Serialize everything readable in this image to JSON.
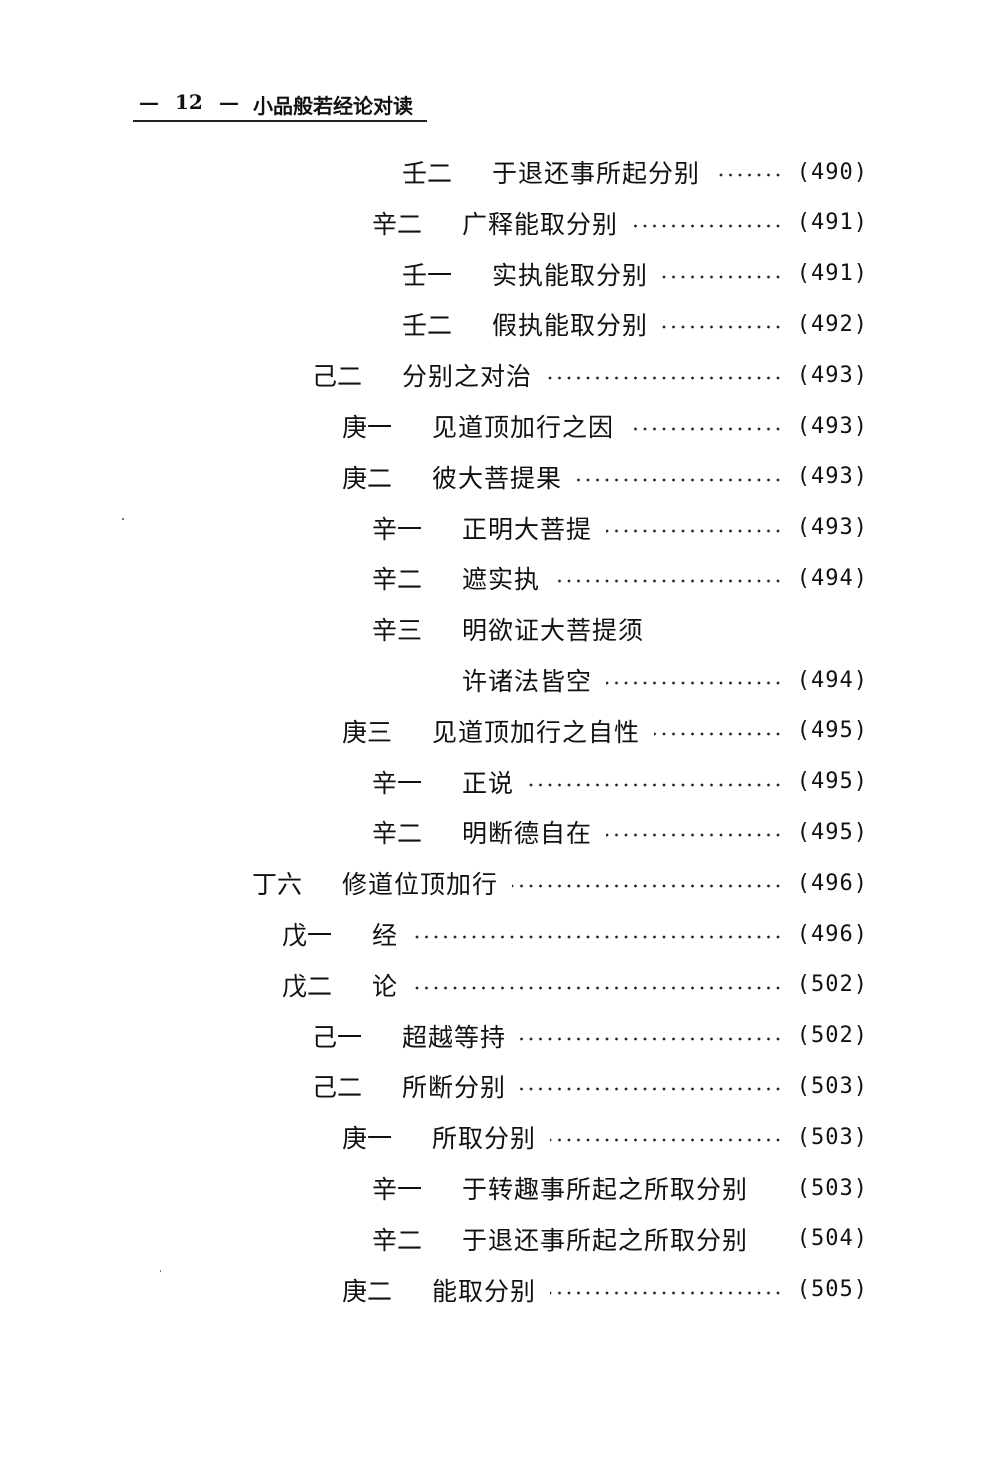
{
  "header": {
    "page_number": "12",
    "dash": "—",
    "book_title": "小品般若经论对读"
  },
  "entries": [
    {
      "marker": "壬二",
      "title": "于退还事所起分别",
      "page": "(490)",
      "level": 5,
      "dots": true
    },
    {
      "marker": "辛二",
      "title": "广释能取分别",
      "page": "(491)",
      "level": 4,
      "dots": true
    },
    {
      "marker": "壬一",
      "title": "实执能取分别",
      "page": "(491)",
      "level": 5,
      "dots": true
    },
    {
      "marker": "壬二",
      "title": "假执能取分别",
      "page": "(492)",
      "level": 5,
      "dots": true
    },
    {
      "marker": "己二",
      "title": "分别之对治",
      "page": "(493)",
      "level": 2,
      "dots": true
    },
    {
      "marker": "庚一",
      "title": "见道顶加行之因",
      "page": "(493)",
      "level": 3,
      "dots": true
    },
    {
      "marker": "庚二",
      "title": "彼大菩提果",
      "page": "(493)",
      "level": 3,
      "dots": true
    },
    {
      "marker": "辛一",
      "title": "正明大菩提",
      "page": "(493)",
      "level": 4,
      "dots": true
    },
    {
      "marker": "辛二",
      "title": "遮实执",
      "page": "(494)",
      "level": 4,
      "dots": true
    },
    {
      "marker": "辛三",
      "title": "明欲证大菩提须",
      "page": "",
      "level": 4,
      "dots": false
    },
    {
      "marker": "",
      "title": "许诸法皆空",
      "page": "(494)",
      "level": "cont",
      "dots": true
    },
    {
      "marker": "庚三",
      "title": "见道顶加行之自性",
      "page": "(495)",
      "level": 3,
      "dots": true
    },
    {
      "marker": "辛一",
      "title": "正说",
      "page": "(495)",
      "level": 4,
      "dots": true
    },
    {
      "marker": "辛二",
      "title": "明断德自在",
      "page": "(495)",
      "level": 4,
      "dots": true
    },
    {
      "marker": "丁六",
      "title": "修道位顶加行",
      "page": "(496)",
      "level": 0,
      "dots": true
    },
    {
      "marker": "戊一",
      "title": "经",
      "page": "(496)",
      "level": 1,
      "dots": true
    },
    {
      "marker": "戊二",
      "title": "论",
      "page": "(502)",
      "level": 1,
      "dots": true
    },
    {
      "marker": "己一",
      "title": "超越等持",
      "page": "(502)",
      "level": 2,
      "dots": true
    },
    {
      "marker": "己二",
      "title": "所断分别",
      "page": "(503)",
      "level": 2,
      "dots": true
    },
    {
      "marker": "庚一",
      "title": "所取分别",
      "page": "(503)",
      "level": 3,
      "dots": true
    },
    {
      "marker": "辛一",
      "title": "于转趣事所起之所取分别",
      "page": "(503)",
      "level": 4,
      "dots": false
    },
    {
      "marker": "辛二",
      "title": "于退还事所起之所取分别",
      "page": "(504)",
      "level": 4,
      "dots": false
    },
    {
      "marker": "庚二",
      "title": "能取分别",
      "page": "(505)",
      "level": 3,
      "dots": true
    }
  ]
}
